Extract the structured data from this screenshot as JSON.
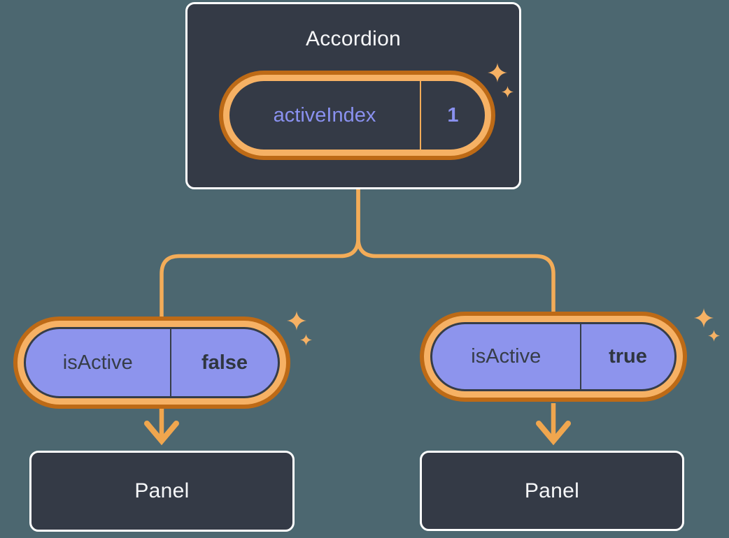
{
  "diagram": {
    "root_component": {
      "title": "Accordion",
      "state": {
        "name": "activeIndex",
        "value": "1"
      }
    },
    "left_branch": {
      "prop": {
        "name": "isActive",
        "value": "false"
      },
      "component": {
        "title": "Panel"
      }
    },
    "right_branch": {
      "prop": {
        "name": "isActive",
        "value": "true"
      },
      "component": {
        "title": "Panel"
      }
    },
    "colors": {
      "background": "#4c6770",
      "node_fill": "#343a46",
      "node_border": "#ffffff",
      "node_text": "#f6f7f9",
      "state_text": "#8a91f0",
      "prop_fill": "#8d94ed",
      "prop_text": "#363d48",
      "glow_inner_ring": "#f6b164",
      "glow_outer_ring": "#bd6a16",
      "connector_line": "#f3ac58",
      "arrow": "#f0a64e"
    }
  }
}
